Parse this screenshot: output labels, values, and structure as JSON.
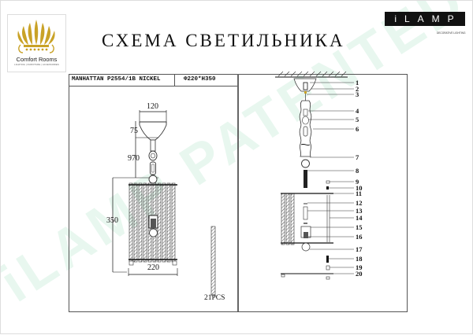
{
  "brand_left": {
    "name": "Comfort Rooms",
    "tagline": "LIGHTING | FURNITURE | ACCESSORIES",
    "accent_color": "#c9a227"
  },
  "title": "СХЕМА СВЕТИЛЬНИКА",
  "brand_right": {
    "name": "iLAMP",
    "tagline": "DECORATIVE LIGHTING"
  },
  "header": {
    "model": "MANHATTAN P2554/1B NICKEL",
    "size": "Φ220*H350"
  },
  "watermark": "iLAMP PATENTED",
  "left_panel": {
    "dimensions": {
      "canopy_width": "120",
      "canopy_height": "75",
      "chain_length": "970",
      "shade_height": "350",
      "shade_width": "220"
    },
    "rod_count_label": "21PCS"
  },
  "right_panel": {
    "part_numbers": [
      "1",
      "2",
      "3",
      "4",
      "5",
      "6",
      "7",
      "8",
      "9",
      "10",
      "11",
      "12",
      "13",
      "14",
      "15",
      "16",
      "17",
      "18",
      "19",
      "20"
    ]
  }
}
